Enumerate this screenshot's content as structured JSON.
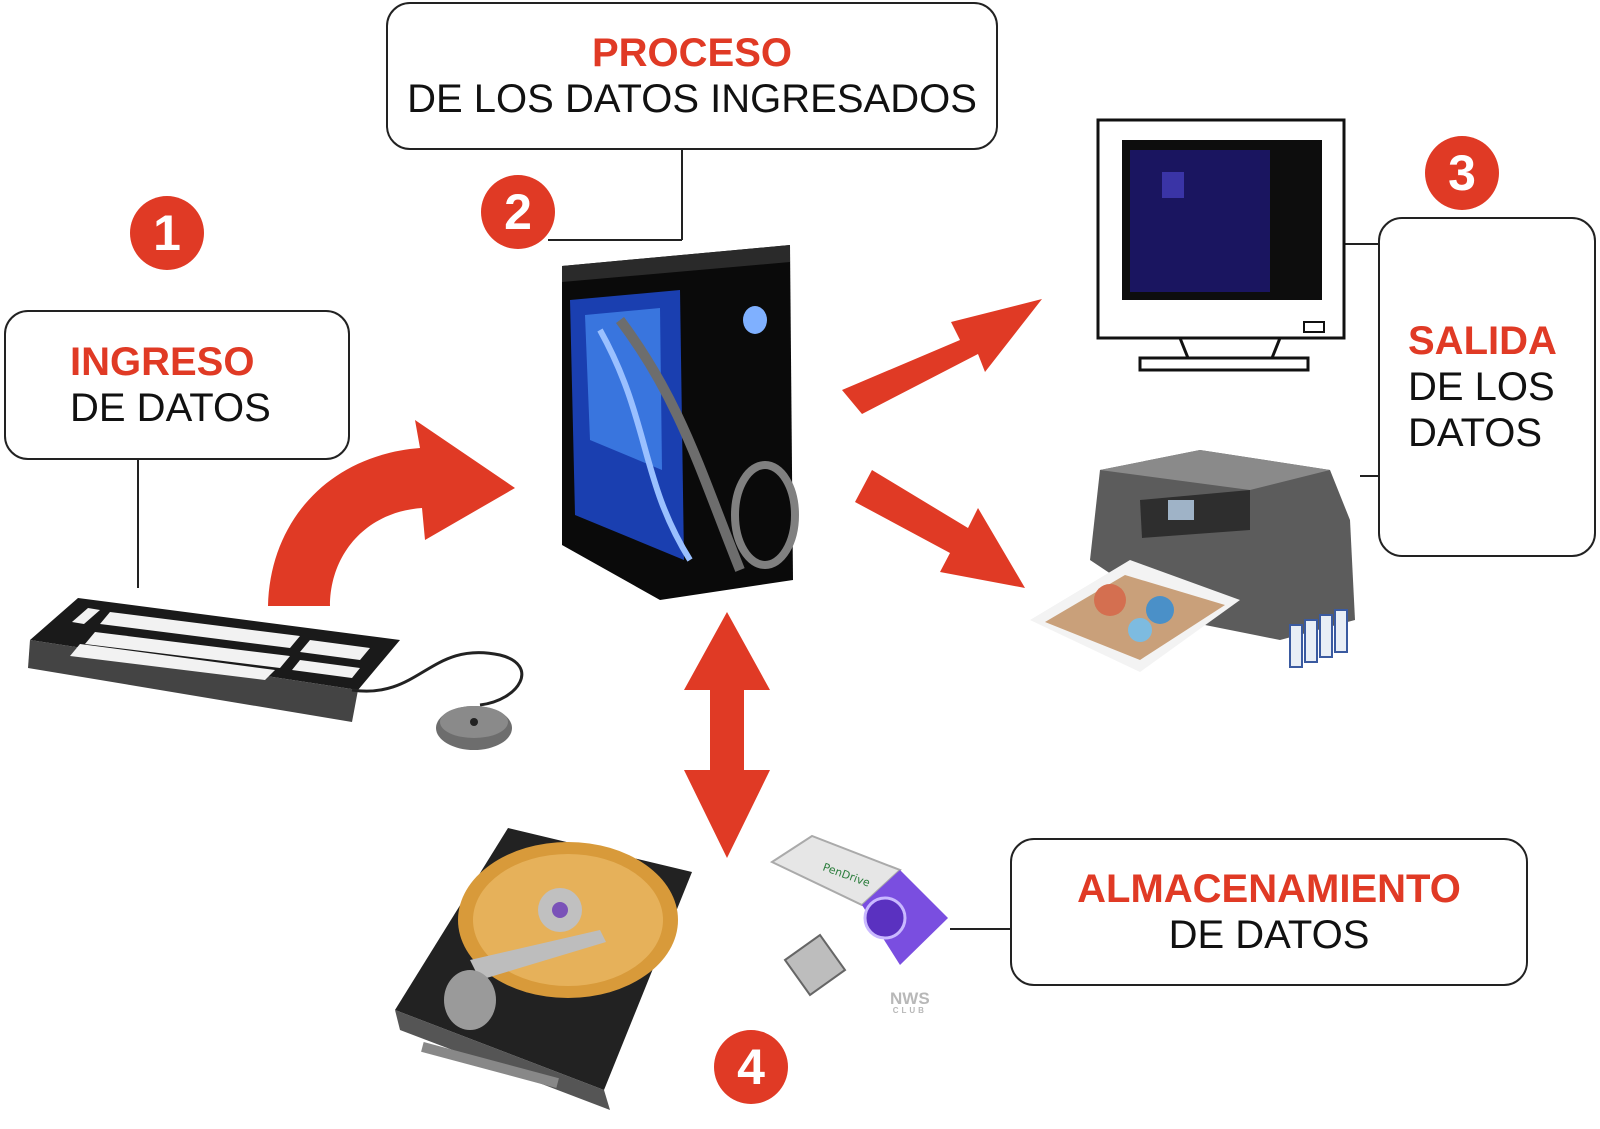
{
  "boxes": {
    "ingreso": {
      "title": "INGRESO",
      "subtitle": "DE DATOS"
    },
    "proceso": {
      "title": "PROCESO",
      "subtitle": "DE LOS DATOS INGRESADOS"
    },
    "salida": {
      "title": "SALIDA",
      "line2": "DE LOS",
      "line3": "DATOS"
    },
    "almacenamiento": {
      "title": "ALMACENAMIENTO",
      "subtitle": "DE DATOS"
    }
  },
  "badges": {
    "b1": "1",
    "b2": "2",
    "b3": "3",
    "b4": "4"
  },
  "device_labels": {
    "pendrive_brand": "PenDrive"
  },
  "watermark": {
    "line1": "NWS",
    "line2": "CLUB"
  },
  "colors": {
    "accent": "#e03a25",
    "arrow": "#e03a25",
    "border": "#222222"
  },
  "icons": [
    "keyboard-icon",
    "mouse-icon",
    "pc-tower-icon",
    "monitor-icon",
    "printer-icon",
    "hard-drive-icon",
    "usb-drive-icon"
  ]
}
